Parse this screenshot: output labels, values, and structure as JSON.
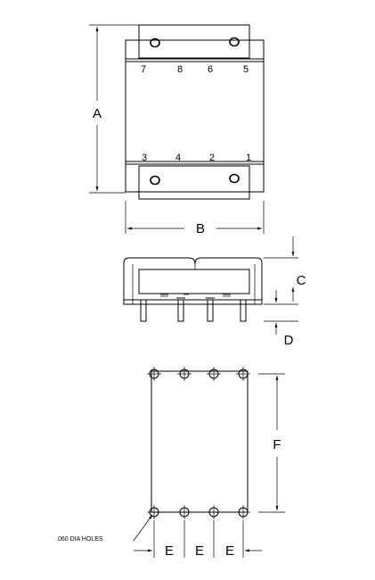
{
  "top_view": {
    "pins_top": [
      "7",
      "8",
      "6",
      "5"
    ],
    "pins_bottom": [
      "3",
      "4",
      "2",
      "1"
    ]
  },
  "dimensions": {
    "a": "A",
    "b": "B",
    "c": "C",
    "d": "D",
    "e": [
      "E",
      "E",
      "E"
    ],
    "f": "F"
  },
  "footprint": {
    "hole_note": ".060 DIA HOLES"
  }
}
